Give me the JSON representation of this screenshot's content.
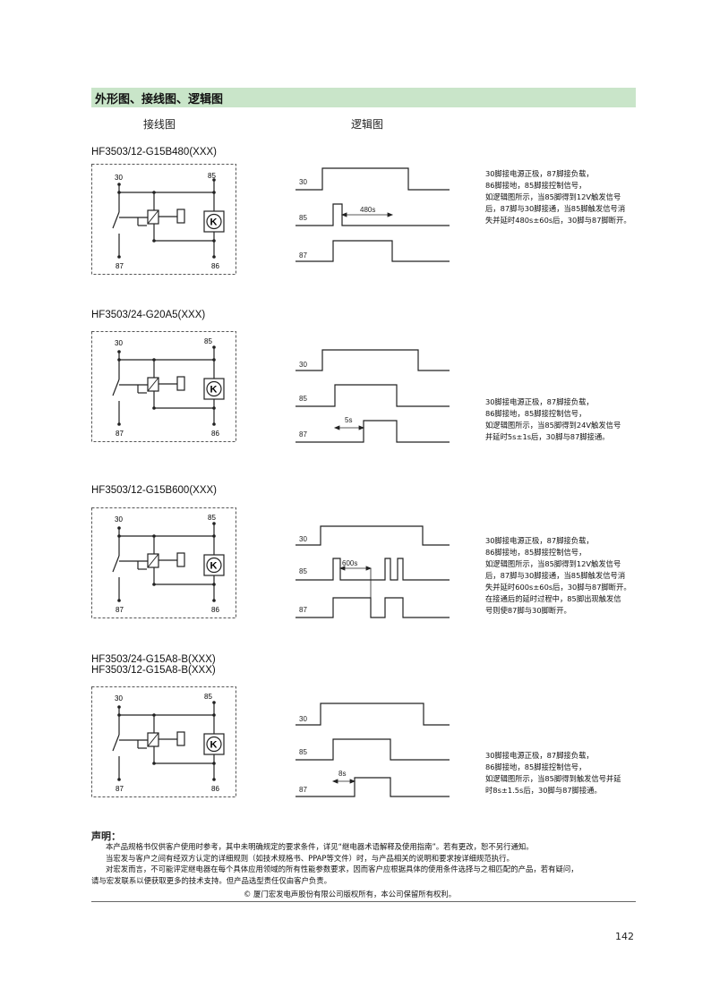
{
  "header": {
    "title": "外形图、接线图、逻辑图"
  },
  "columns": {
    "wiring": "接线图",
    "logic": "逻辑图"
  },
  "sections": [
    {
      "models": [
        "HF3503/12-G15B480(XXX)"
      ],
      "pins": {
        "p30": "30",
        "p85": "85",
        "p87": "87",
        "p86": "86"
      },
      "timing": {
        "delay_label": "480s"
      },
      "description": [
        "30脚接电源正极，87脚接负载，",
        "86脚接地，85脚接控制信号，",
        "如逻辑图所示，当85脚得到12V触发信号",
        "后，87脚与30脚接通，当85脚触发信号消",
        "失并延时480s±60s后，30脚与87脚断开。"
      ]
    },
    {
      "models": [
        "HF3503/24-G20A5(XXX)"
      ],
      "pins": {
        "p30": "30",
        "p85": "85",
        "p87": "87",
        "p86": "86"
      },
      "timing": {
        "delay_label": "5s"
      },
      "description": [
        "30脚接电源正极，87脚接负载，",
        "86脚接地，85脚接控制信号，",
        "如逻辑图所示，当85脚得到24V触发信号",
        "并延时5s±1s后，30脚与87脚接通。"
      ]
    },
    {
      "models": [
        "HF3503/12-G15B600(XXX)"
      ],
      "pins": {
        "p30": "30",
        "p85": "85",
        "p87": "87",
        "p86": "86"
      },
      "timing": {
        "delay_label": "600s"
      },
      "description": [
        "30脚接电源正极，87脚接负载，",
        "86脚接地，85脚接控制信号，",
        "如逻辑图所示，当85脚得到12V触发信号",
        "后，87脚与30脚接通，当85脚触发信号消",
        "失并延时600s±60s后，30脚与87脚断开。",
        "在接通后的延时过程中，85脚出现触发信",
        "号则使87脚与30脚断开。"
      ]
    },
    {
      "models": [
        "HF3503/24-G15A8-B(XXX)",
        "HF3503/12-G15A8-B(XXX)"
      ],
      "pins": {
        "p30": "30",
        "p85": "85",
        "p87": "87",
        "p86": "86"
      },
      "timing": {
        "delay_label": "8s"
      },
      "description": [
        "30脚接电源正极，87脚接负载，",
        "86脚接地，85脚接控制信号，",
        "如逻辑图所示，当85脚得到触发信号并延",
        "时8s±1.5s后，30脚与87脚接通。"
      ]
    }
  ],
  "declaration": {
    "title": "声明：",
    "lines": [
      "本产品规格书仅供客户使用时参考，其中未明确规定的要求条件，详见“继电器术语解释及使用指南”。若有更改，恕不另行通知。",
      "当宏发与客户之间有经双方认定的详细规则（如技术规格书、PPAP等文件）时，与产品相关的说明和要求按详细规范执行。",
      "对宏发而言，不可能评定继电器在每个具体应用领域的所有性能参数要求，因而客户应根据具体的使用条件选择与之相匹配的产品，若有疑问，",
      "请与宏发联系以便获取更多的技术支持。但产品选型责任仅由客户负责。"
    ],
    "copyright": "© 厦门宏发电声股份有限公司版权所有，本公司保留所有权利。"
  },
  "page_number": "142"
}
